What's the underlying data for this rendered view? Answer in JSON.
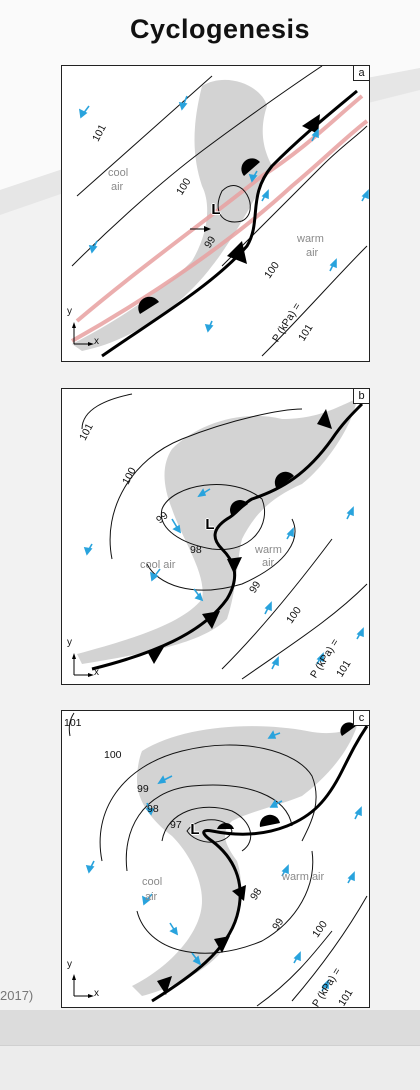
{
  "title": "Cyclogenesis",
  "caption_fragment": "2017)",
  "colors": {
    "isobar": "#111111",
    "front": "#000000",
    "wind_arrow": "#29a3dd",
    "precip": "#d3d3d3",
    "jet": "#e8a0a0",
    "slide_bg": "#f2f2f2",
    "bar": "#dcdcdc"
  },
  "panels": [
    {
      "letter": "a",
      "low": "L",
      "isobars": [
        "101",
        "100",
        "99",
        "100"
      ],
      "air_labels": {
        "cool_line1": "cool",
        "cool_line2": "air",
        "warm_line1": "warm",
        "warm_line2": "air"
      },
      "pressure_label_line1": "P (kPa) =",
      "pressure_label_line2": "101",
      "axis_y": "y",
      "axis_x": "x"
    },
    {
      "letter": "b",
      "low": "L",
      "isobars": [
        "101",
        "100",
        "99",
        "98",
        "99",
        "100"
      ],
      "air_labels": {
        "cool": "cool air",
        "warm_line1": "warm",
        "warm_line2": "air"
      },
      "pressure_label_line1": "P (kPa) =",
      "pressure_label_line2": "101",
      "axis_y": "y",
      "axis_x": "x"
    },
    {
      "letter": "c",
      "low": "L",
      "isobars": [
        "101",
        "100",
        "99",
        "98",
        "97",
        "98",
        "99",
        "100"
      ],
      "air_labels": {
        "cool_line1": "cool",
        "cool_line2": "air",
        "warm": "warm air"
      },
      "pressure_label_line1": "P (kPa) =",
      "pressure_label_line2": "101",
      "axis_y": "y",
      "axis_x": "x"
    }
  ]
}
